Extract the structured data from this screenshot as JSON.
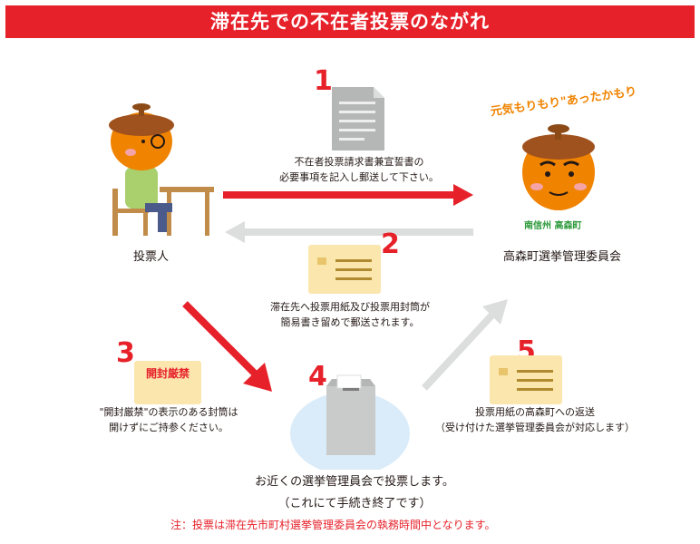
{
  "header": {
    "title": "滞在先での不在者投票のながれ"
  },
  "steps": [
    {
      "num": "1",
      "lines": [
        "不在者投票請求書兼宣誓書の",
        "必要事項を記入し郵送して下さい。"
      ]
    },
    {
      "num": "2",
      "lines": [
        "滞在先へ投票用紙及び投票用封筒が",
        "簡易書き留めで郵送されます。"
      ]
    },
    {
      "num": "3",
      "lines": [
        "\"開封厳禁\"の表示のある封筒は",
        "開けずにご持参ください。"
      ],
      "envelope_label": "開封厳禁"
    },
    {
      "num": "4",
      "lines": [
        "お近くの選挙管理員会で投票します。",
        "（これにて手続き終了です）"
      ]
    },
    {
      "num": "5",
      "lines": [
        "投票用紙の高森町への返送",
        "（受け付けた選挙管理委員会が対応します）"
      ]
    }
  ],
  "voter": {
    "label": "投票人"
  },
  "committee": {
    "label": "高森町選挙管理委員会",
    "mascot_slogan": "元気もりもり\"あったかもり",
    "mascot_caption": "南信州 高森町"
  },
  "footer": {
    "note": "注：投票は滞在先市町村選挙管理委員会の執務時間中となります。"
  },
  "colors": {
    "accent": "#e6212a",
    "arrow_gray": "#dcdddd",
    "envelope": "#fbe6ae",
    "mascot_orange": "#f08300"
  }
}
